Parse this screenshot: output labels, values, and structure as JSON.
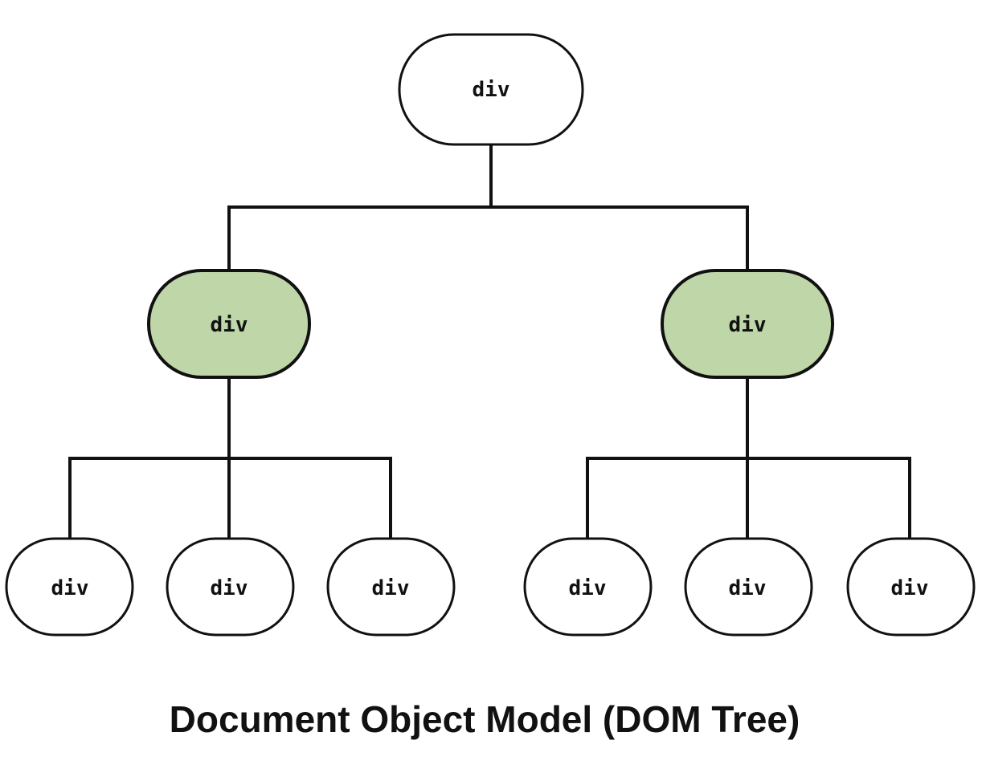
{
  "diagram": {
    "caption": "Document Object Model (DOM Tree)",
    "colors": {
      "highlight_fill": "#bfd6a8",
      "plain_fill": "#ffffff",
      "stroke": "#111111"
    },
    "nodes": {
      "root": {
        "label": "div",
        "highlighted": false
      },
      "left": {
        "label": "div",
        "highlighted": true
      },
      "right": {
        "label": "div",
        "highlighted": true
      },
      "left_child_1": {
        "label": "div",
        "highlighted": false
      },
      "left_child_2": {
        "label": "div",
        "highlighted": false
      },
      "left_child_3": {
        "label": "div",
        "highlighted": false
      },
      "right_child_1": {
        "label": "div",
        "highlighted": false
      },
      "right_child_2": {
        "label": "div",
        "highlighted": false
      },
      "right_child_3": {
        "label": "div",
        "highlighted": false
      }
    }
  }
}
